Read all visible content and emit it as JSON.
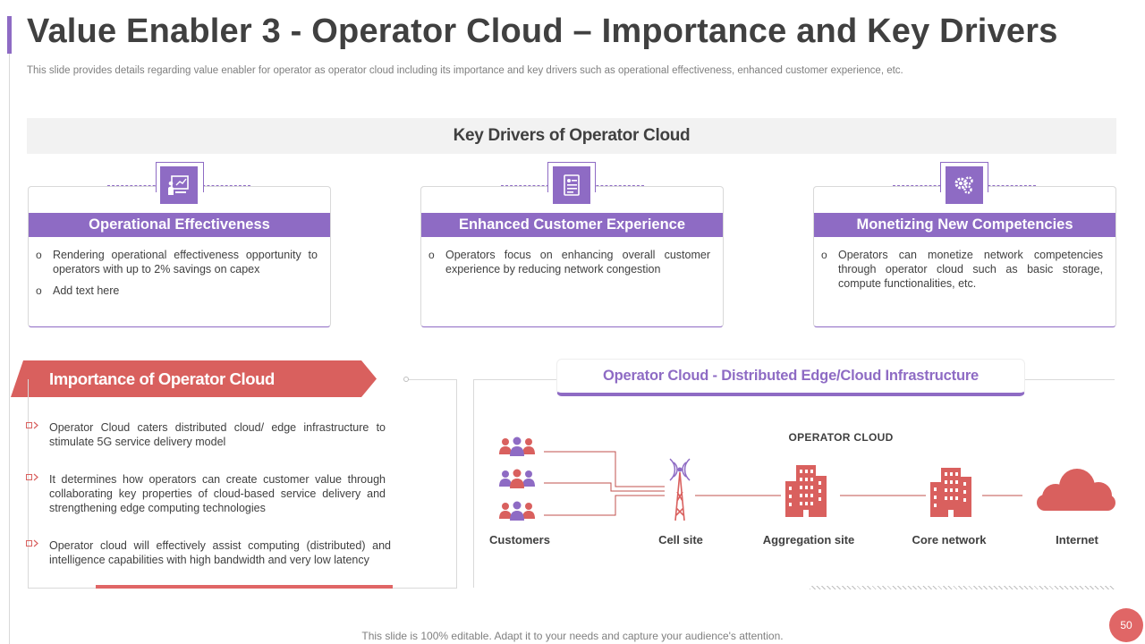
{
  "slide": {
    "title": "Value Enabler 3 - Operator Cloud – Importance and Key Drivers",
    "subtitle": "This slide provides details regarding value enabler for operator as operator cloud including its importance and key drivers such as operational effectiveness, enhanced customer experience, etc."
  },
  "drivers": {
    "header": "Key Drivers of Operator Cloud",
    "cards": [
      {
        "icon": "presentation-icon",
        "title": "Operational Effectiveness",
        "points": [
          "Rendering operational effectiveness opportunity to operators with up to 2% savings on capex",
          "Add text here"
        ]
      },
      {
        "icon": "document-icon",
        "title": "Enhanced Customer Experience",
        "points": [
          "Operators focus on enhancing overall customer experience by reducing network congestion"
        ]
      },
      {
        "icon": "gears-icon",
        "title": "Monetizing New Competencies",
        "points": [
          "Operators can monetize network competencies through operator cloud such as basic storage, compute functionalities, etc."
        ]
      }
    ]
  },
  "importance": {
    "title": "Importance of Operator Cloud",
    "points": [
      "Operator Cloud caters distributed cloud/ edge infrastructure to stimulate 5G service delivery model",
      "It determines how operators can create customer value through collaborating key properties of cloud-based service delivery and strengthening edge computing technologies",
      "Operator cloud will effectively assist computing (distributed) and intelligence capabilities with high bandwidth and very low latency"
    ]
  },
  "infrastructure": {
    "title": "Operator Cloud - Distributed Edge/Cloud Infrastructure",
    "cloud_label": "OPERATOR CLOUD",
    "nodes": {
      "customers": "Customers",
      "cell_site": "Cell site",
      "aggregation_site": "Aggregation site",
      "core_network": "Core network",
      "internet": "Internet"
    }
  },
  "footer": {
    "note": "This slide is 100% editable. Adapt it to your needs and capture your audience's attention.",
    "page_number": "50"
  },
  "colors": {
    "purple": "#8e6bc4",
    "coral": "#e06666",
    "header_gray": "#f2f2f2",
    "text": "#404040"
  }
}
